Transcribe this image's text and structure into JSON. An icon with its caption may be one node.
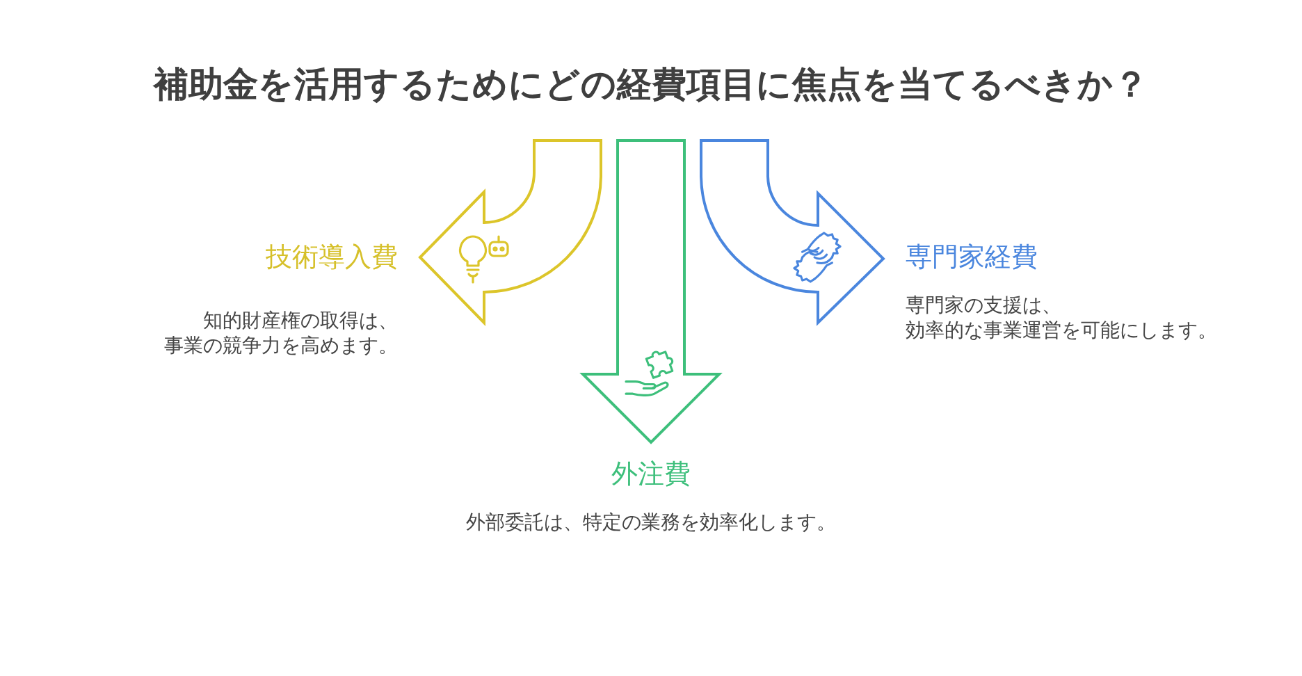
{
  "diagram": {
    "title": "補助金を活用するためにどの経費項目に焦点を当てるべきか？",
    "nodes": [
      {
        "text": [
          "技術導入費"
        ],
        "beside": [
          "知的財産権の取得は、事業の競争力を高めます。"
        ]
      },
      {
        "text": [
          "外注費"
        ],
        "beside": [
          "外部委託は、特定の業務を効率化します。"
        ]
      },
      {
        "text": [
          "専門家経費"
        ],
        "beside": [
          "専門家の支援は、効率的な事業運営を可能にします。"
        ]
      }
    ],
    "edges": [
      {
        "from": null,
        "to": 0,
        "arrow": "to"
      },
      {
        "from": null,
        "to": 1,
        "arrow": "to"
      },
      {
        "from": null,
        "to": 2,
        "arrow": "to"
      }
    ]
  }
}
